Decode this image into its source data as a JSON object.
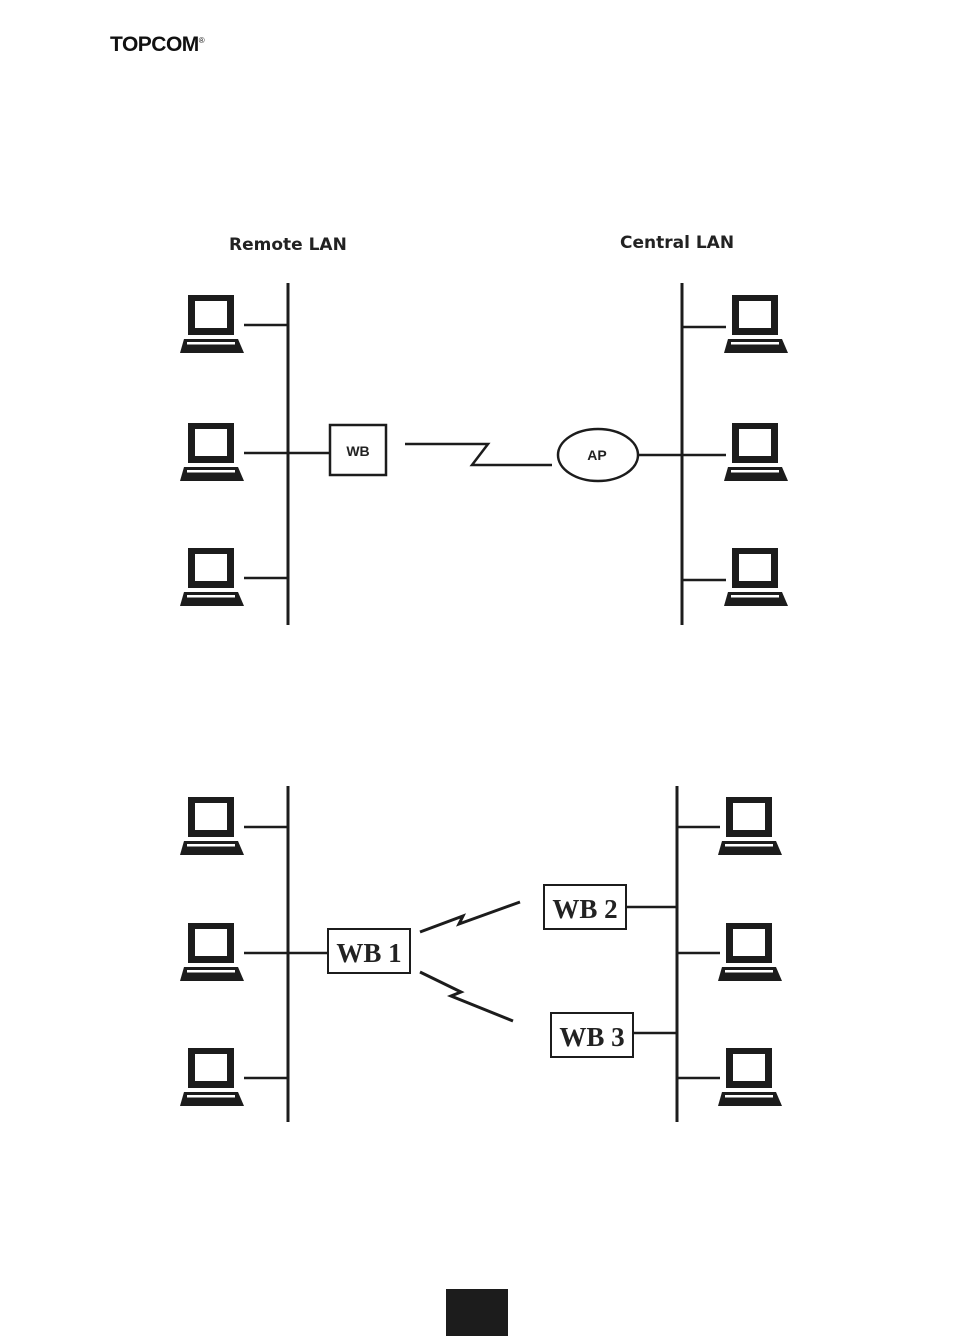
{
  "header": {
    "brand": "TOPCOM",
    "brand_mark": "®"
  },
  "diagram1": {
    "remote_label": "Remote LAN",
    "central_label": "Central LAN",
    "bridge_label": "WB",
    "ap_label": "AP"
  },
  "diagram2": {
    "bridge1_label": "WB 1",
    "bridge2_label": "WB 2",
    "bridge3_label": "WB 3"
  },
  "icons": [
    "laptop-icon"
  ]
}
